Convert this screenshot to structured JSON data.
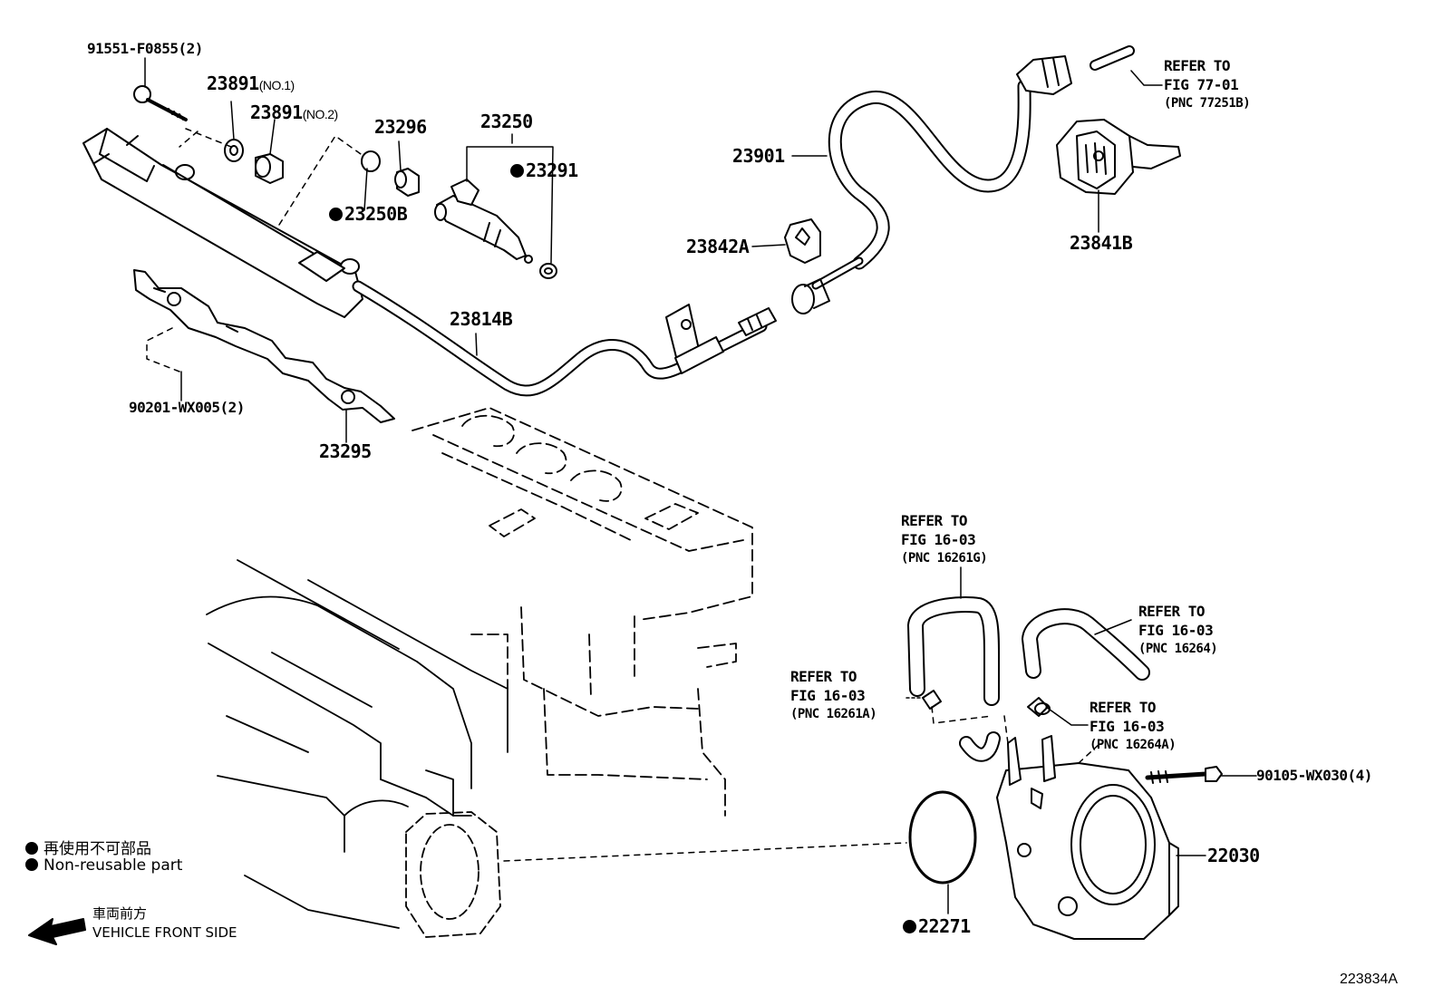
{
  "callouts": {
    "p91551": {
      "part": "91551-F0855",
      "qty": "(2)"
    },
    "p23891_1": {
      "part": "23891",
      "note": "(NO.1)"
    },
    "p23891_2": {
      "part": "23891",
      "note": "(NO.2)"
    },
    "p23296": {
      "part": "23296"
    },
    "p23250": {
      "part": "23250"
    },
    "p23291": {
      "part": "23291"
    },
    "p23250B": {
      "part": "23250B"
    },
    "p23814B": {
      "part": "23814B"
    },
    "p90201": {
      "part": "90201-WX005",
      "qty": "(2)"
    },
    "p23295": {
      "part": "23295"
    },
    "p23901": {
      "part": "23901"
    },
    "p23842A": {
      "part": "23842A"
    },
    "p23841B": {
      "part": "23841B"
    },
    "p90105": {
      "part": "90105-WX030",
      "qty": "(4)"
    },
    "p22030": {
      "part": "22030"
    },
    "p22271": {
      "part": "22271"
    }
  },
  "references": {
    "r77": {
      "line1": "REFER TO",
      "line2": "FIG 77-01",
      "pnc": "(PNC 77251B)"
    },
    "r16261G": {
      "line1": "REFER TO",
      "line2": "FIG 16-03",
      "pnc": "(PNC 16261G)"
    },
    "r16264": {
      "line1": "REFER TO",
      "line2": "FIG 16-03",
      "pnc": "(PNC 16264)"
    },
    "r16261A": {
      "line1": "REFER TO",
      "line2": "FIG 16-03",
      "pnc": "(PNC 16261A)"
    },
    "r16264A": {
      "line1": "REFER TO",
      "line2": "FIG 16-03",
      "pnc": "(PNC 16264A)"
    }
  },
  "legend": {
    "jp": "再使用不可部品",
    "en": "Non-reusable part"
  },
  "front": {
    "jp": "車両前方",
    "en": "VEHICLE FRONT SIDE"
  },
  "figure_id": "223834A"
}
